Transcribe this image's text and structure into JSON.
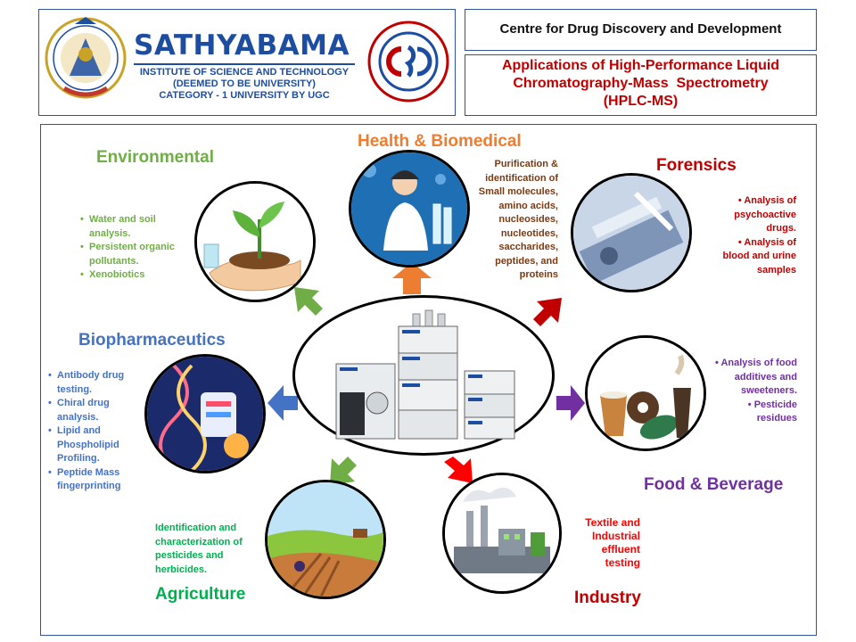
{
  "header": {
    "university_name": "SATHYABAMA",
    "university_sub1": "INSTITUTE OF SCIENCE AND TECHNOLOGY",
    "university_sub2": "(DEEMED TO BE UNIVERSITY)",
    "university_sub3": "CATEGORY - 1 UNIVERSITY BY UGC",
    "centre_title": "Centre for Drug Discovery and Development",
    "main_title_line1": "Applications of High-Performance Liquid",
    "main_title_line2": "Chromatography-Mass  Spectrometry",
    "main_title_line3": "(HPLC-MS)"
  },
  "colors": {
    "border": "#2e5597",
    "environmental": "#70ad47",
    "health": "#ed7d31",
    "forensics": "#c00000",
    "food": "#7030a0",
    "biopharm": "#4472c4",
    "agriculture": "#00b050",
    "industry": "#c00000"
  },
  "sections": {
    "environmental": {
      "title": "Environmental",
      "items": [
        "Water and soil analysis.",
        "Persistent organic pollutants.",
        "Xenobiotics"
      ]
    },
    "health": {
      "title": "Health & Biomedical",
      "text_lines": [
        "Purification &",
        "identification of",
        "Small molecules,",
        "amino acids,",
        "nucleosides,",
        "nucleotides,",
        "saccharides,",
        "peptides, and",
        "proteins"
      ]
    },
    "forensics": {
      "title": "Forensics",
      "item1_lines": [
        "Analysis of",
        "psychoactive",
        "drugs."
      ],
      "item2_lines": [
        "Analysis of",
        "blood and urine",
        "samples"
      ]
    },
    "food": {
      "title": "Food & Beverage",
      "item1_lines": [
        "Analysis of food",
        "additives and",
        "sweeteners."
      ],
      "item2_lines": [
        "Pesticide",
        "residues"
      ]
    },
    "biopharm": {
      "title": "Biopharmaceutics",
      "items": [
        "Antibody drug testing.",
        "Chiral drug analysis.",
        "Lipid and Phospholipid Profiling.",
        "Peptide Mass fingerprinting"
      ]
    },
    "agriculture": {
      "title": "Agriculture",
      "text_lines": [
        "Identification and",
        "characterization of",
        "pesticides and",
        "herbicides."
      ]
    },
    "industry": {
      "title": "Industry",
      "text_lines": [
        "Textile and",
        "Industrial",
        "effluent",
        "testing"
      ]
    }
  }
}
